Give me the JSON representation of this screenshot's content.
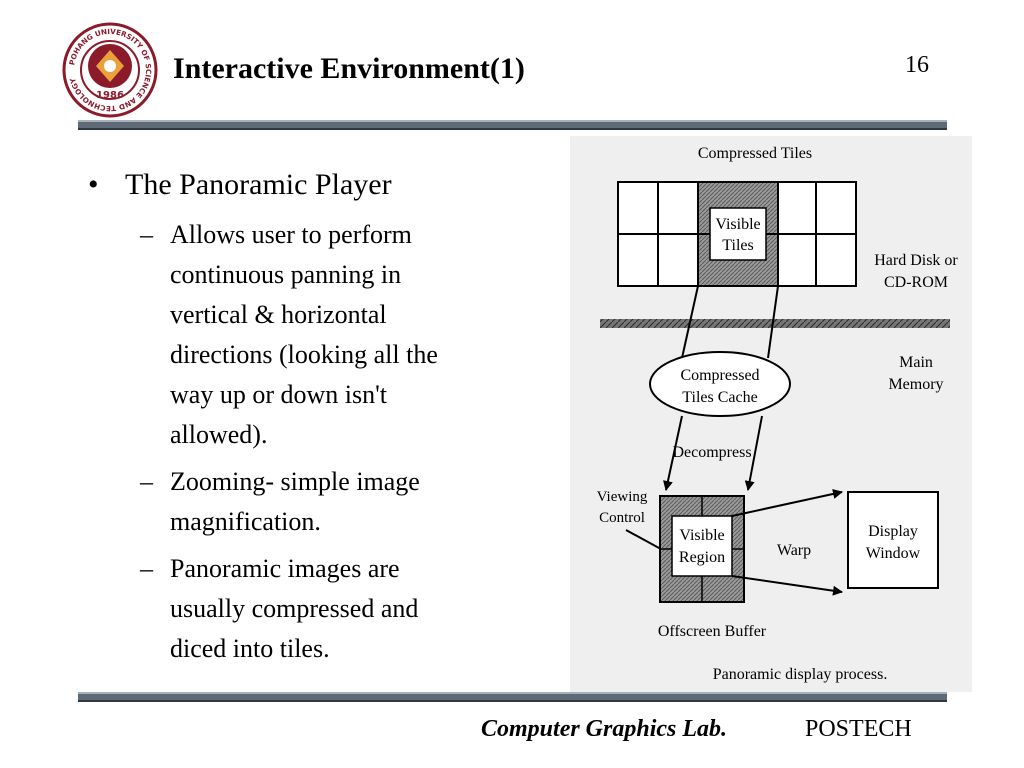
{
  "slide": {
    "title": "Interactive Environment(1)",
    "page_number": "16",
    "logo": {
      "ring_text": "POHANG UNIVERSITY OF SCIENCE AND TECHNOLOGY",
      "year": "1986",
      "colors": {
        "ring": "#8b1a2b",
        "center": "#e9a23b"
      }
    }
  },
  "bullets": {
    "main": "The Panoramic Player",
    "dot": "•",
    "dash": "–",
    "sub": [
      [
        "Allows user to perform",
        "continuous panning in",
        "vertical & horizontal",
        "directions (looking all the",
        "way up or down isn't",
        "allowed)."
      ],
      [
        "Zooming- simple image",
        "magnification."
      ],
      [
        "Panoramic images are",
        "usually compressed and",
        "diced into tiles."
      ]
    ]
  },
  "diagram": {
    "compressed_tiles_label": "Compressed Tiles",
    "visible_tiles_label": [
      "Visible",
      "Tiles"
    ],
    "hard_disk_label": [
      "Hard Disk or",
      "CD-ROM"
    ],
    "main_memory_label": [
      "Main",
      "Memory"
    ],
    "cache_label": [
      "Compressed",
      "Tiles Cache"
    ],
    "decompress_label": "Decompress",
    "viewing_control_label": [
      "Viewing",
      "Control"
    ],
    "visible_region_label": [
      "Visible",
      "Region"
    ],
    "warp_label": "Warp",
    "display_window_label": [
      "Display",
      "Window"
    ],
    "offscreen_buffer_label": "Offscreen Buffer",
    "caption": "Panoramic display process."
  },
  "footer": {
    "lab": "Computer Graphics Lab.",
    "org": "POSTECH"
  }
}
